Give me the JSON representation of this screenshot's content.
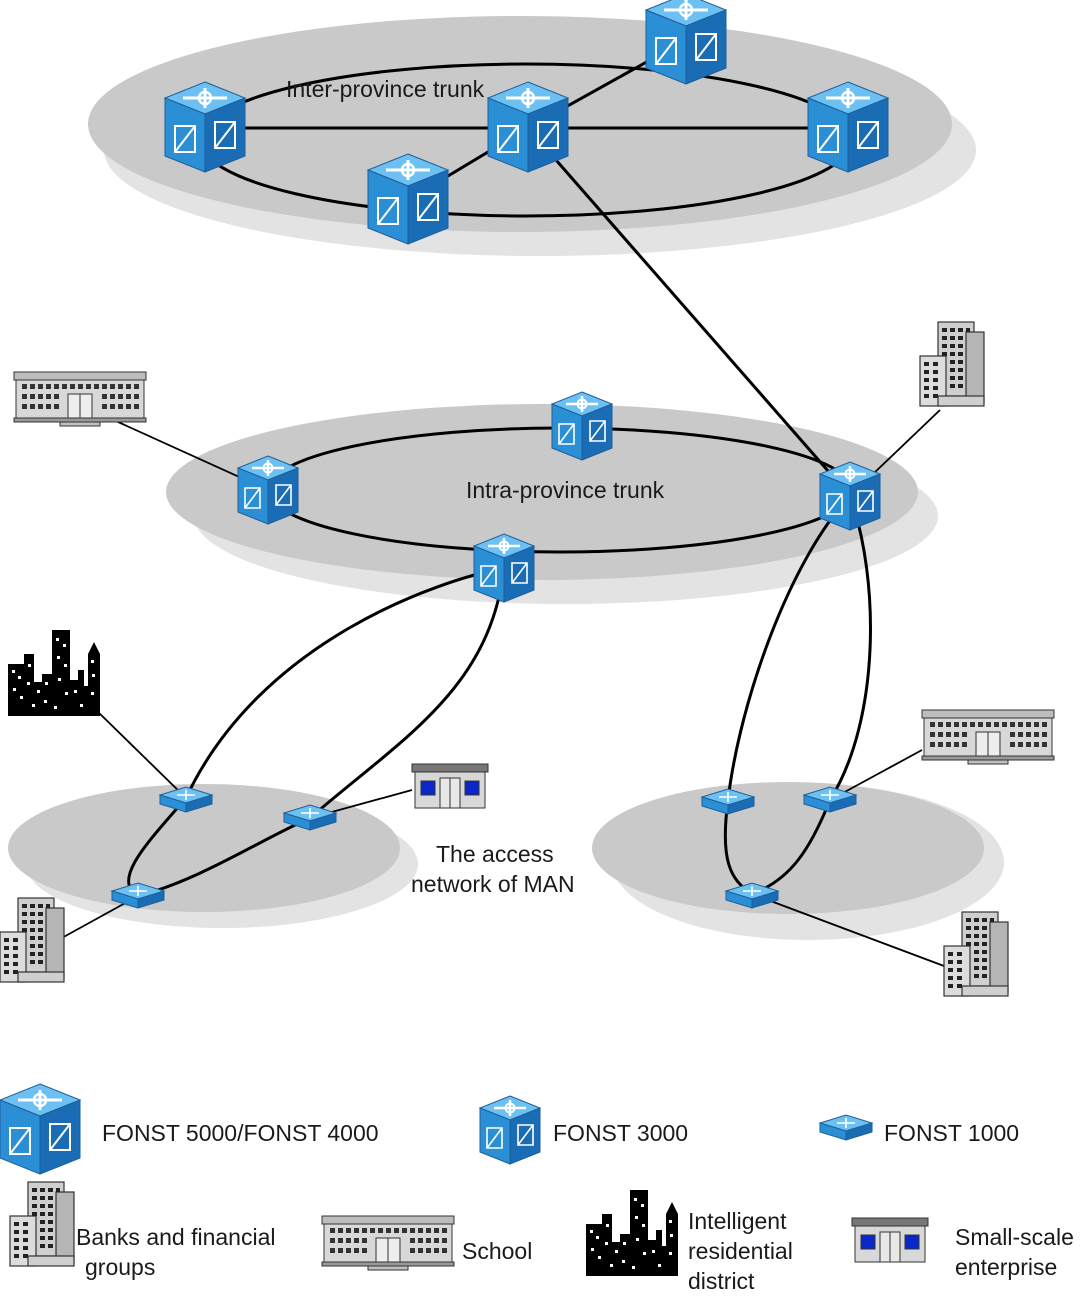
{
  "labels": {
    "inter": "Inter-province trunk",
    "intra": "Intra-province trunk",
    "access_line1": "The access",
    "access_line2": "network of MAN"
  },
  "legend": {
    "fonst5000": "FONST 5000/FONST 4000",
    "fonst3000": "FONST 3000",
    "fonst1000": "FONST 1000",
    "bank_line1": "Banks and financial",
    "bank_line2": "groups",
    "school": "School",
    "district_line1": "Intelligent",
    "district_line2": "residential",
    "district_line3": "district",
    "enterprise_line1": "Small-scale",
    "enterprise_line2": "enterprise"
  },
  "colors": {
    "device_front": "#2b8fd6",
    "device_side": "#1a6db5",
    "device_top": "#6cc1f2",
    "zone": "#c9c9c9",
    "zone_shadow": "#e3e3e3",
    "building": "#cfcfcf"
  }
}
